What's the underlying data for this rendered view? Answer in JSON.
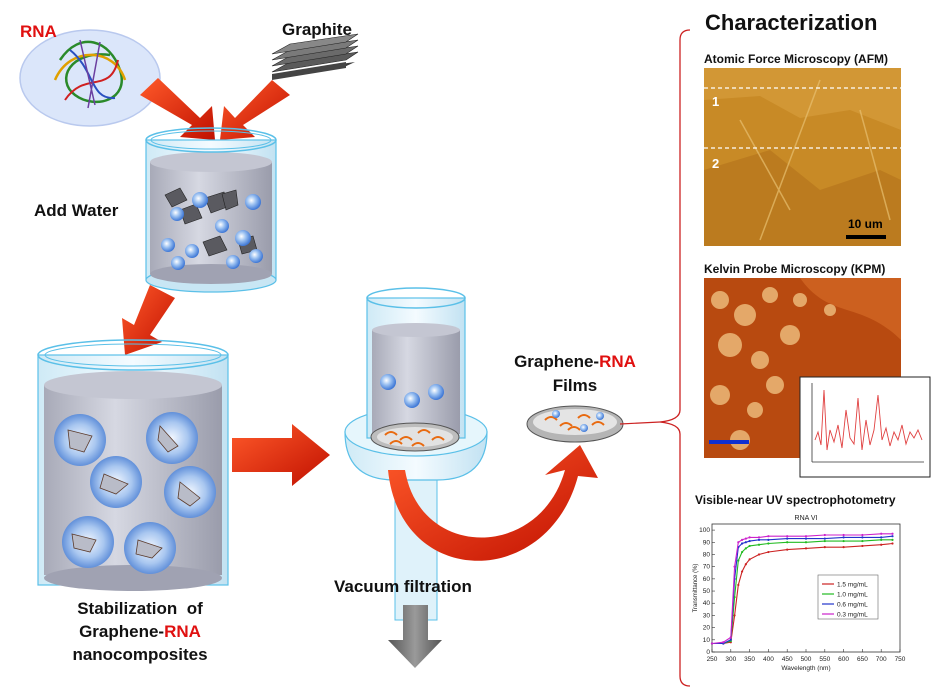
{
  "labels": {
    "rna": "RNA",
    "graphite": "Graphite",
    "add_water": "Add Water",
    "stabilization_line1": "Stabilization  of",
    "stabilization_line2_a": "Graphene-",
    "stabilization_line2_b": "RNA",
    "stabilization_line3": "nanocomposites",
    "vacuum_filtration": "Vacuum filtration",
    "films_line1_a": "Graphene-",
    "films_line1_b": "RNA",
    "films_line2": "Films"
  },
  "characterization": {
    "title": "Characterization",
    "afm": {
      "title": "Atomic Force Microscopy (AFM)",
      "line1": "1",
      "line2": "2",
      "scale": "10 um"
    },
    "kpm": {
      "title": "Kelvin Probe Microscopy (KPM)"
    },
    "uv": {
      "title": "Visible-near UV spectrophotometry",
      "plot_title": "RNA VI",
      "xlabel": "Wavelength (nm)",
      "ylabel": "Transmittance (%)"
    }
  },
  "chart_data": {
    "type": "line",
    "title": "RNA VI",
    "xlabel": "Wavelength (nm)",
    "ylabel": "Transmittance (%)",
    "xlim": [
      250,
      750
    ],
    "ylim": [
      0,
      105
    ],
    "x_ticks": [
      "250",
      "300",
      "350",
      "400",
      "450",
      "500",
      "550",
      "600",
      "650",
      "700",
      "750"
    ],
    "y_ticks": [
      "0",
      "10",
      "20",
      "30",
      "40",
      "50",
      "60",
      "70",
      "80",
      "90",
      "100"
    ],
    "x": [
      250,
      280,
      300,
      310,
      320,
      330,
      340,
      350,
      375,
      400,
      450,
      500,
      550,
      600,
      650,
      700,
      730
    ],
    "series": [
      {
        "name": "1.5 mg/mL",
        "color": "#cc2222",
        "values": [
          7,
          7,
          8,
          30,
          55,
          66,
          72,
          76,
          80,
          82,
          84,
          85,
          86,
          86,
          87,
          88,
          89
        ]
      },
      {
        "name": "1.0 mg/mL",
        "color": "#22bb22",
        "values": [
          7,
          7,
          9,
          45,
          75,
          82,
          85,
          87,
          88,
          89,
          90,
          90,
          91,
          91,
          91,
          92,
          92
        ]
      },
      {
        "name": "0.6 mg/mL",
        "color": "#2233cc",
        "values": [
          7,
          7,
          10,
          60,
          86,
          89,
          90,
          91,
          92,
          92,
          93,
          93,
          93,
          94,
          94,
          94,
          95
        ]
      },
      {
        "name": "0.3 mg/mL",
        "color": "#cc22cc",
        "values": [
          7,
          8,
          12,
          70,
          90,
          92,
          93,
          94,
          94,
          95,
          95,
          95,
          96,
          96,
          96,
          97,
          97
        ]
      }
    ]
  }
}
